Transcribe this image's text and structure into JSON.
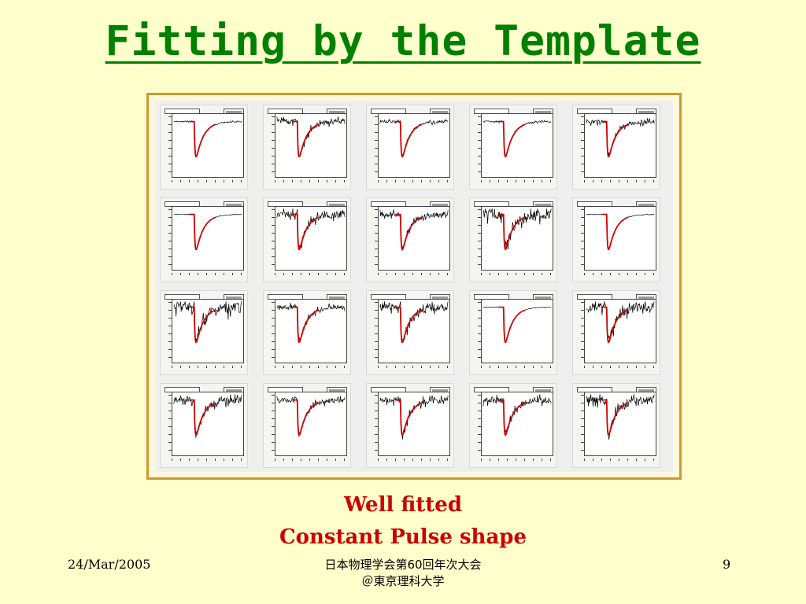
{
  "slide": {
    "title": "Fitting by the Template",
    "caption_line1": "Well fitted",
    "caption_line2": "Constant Pulse shape",
    "footer_date": "24/Mar/2005",
    "footer_center_line1": "日本物理学会第60回年次大会",
    "footer_center_line2": "＠東京理科大学",
    "page_number": "9"
  },
  "figure": {
    "rows": 4,
    "cols": 5,
    "colors": {
      "data": "#000000",
      "fit": "#cc0000"
    }
  }
}
